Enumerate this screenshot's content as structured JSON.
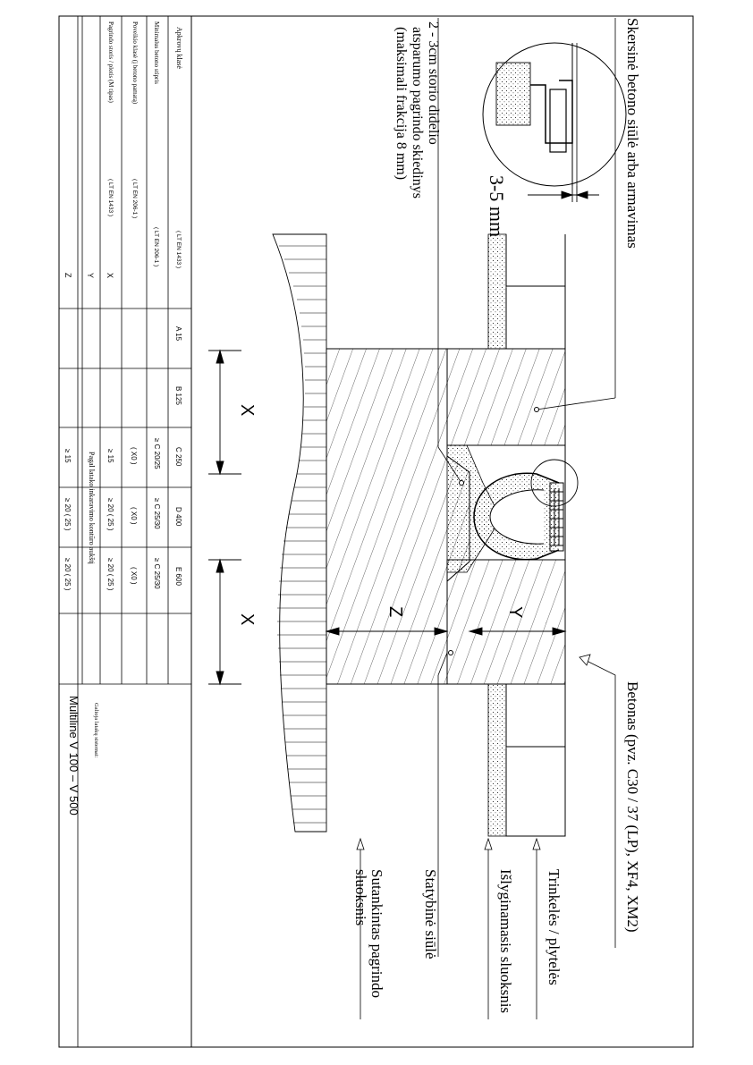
{
  "table": {
    "row_headers": [
      {
        "label": "Apkrovų klasė",
        "std": "( LT EN 1433 )"
      },
      {
        "label": "Minimalus betono stipris",
        "std": "( LT EN 206-1 )"
      },
      {
        "label": "Poveikio klasė (į betono pamatą)",
        "std": "( LT EN 206-1 )"
      },
      {
        "label": "Pagrindo storis / plotis (M tipas)",
        "std": "( LT EN 1433 )"
      }
    ],
    "dim_labels": [
      "X",
      "Y",
      "Z"
    ],
    "load_classes": [
      "A 15",
      "B 125",
      "C 250",
      "D 400",
      "E 600"
    ],
    "strength": [
      "≥ C 20/25",
      "≥ C 25/30",
      "≥ C 25/30"
    ],
    "exposure": [
      "( X0 )",
      "( X0 )",
      "( X0 )"
    ],
    "x_values": [
      "≥ 15",
      "≥ 20 ( 25 )",
      "≥ 20 ( 25 )"
    ],
    "y_note": "Pagal latako inkaravimo kontūro aukštį",
    "z_values": [
      "≥ 15",
      "≥ 20 ( 25 )",
      "≥ 20 ( 25 )"
    ],
    "system_caption": "Galioja latakų sistemai:",
    "system_name": "Multiline V 100 – V 500"
  },
  "labels": {
    "joint": "Skersinė betono siūlė arba armavimas",
    "gap": "3-5 mm",
    "base_line1": "2 - 3cm storio didelio",
    "base_line2": "atsparumo pagrindo skiedinys",
    "base_line3": "(maksimali frakcija 8 mm)",
    "concrete": "Betonas (pvz. C30 / 37 (LP), XF4, XM2)",
    "pavers": "Trinkelės / plytelės",
    "leveling": "Išlyginamasis sluoksnis",
    "construction_joint": "Statybinė siūlė",
    "compacted_line1": "Sutankintas pagrindo",
    "compacted_line2": "sluoksnis"
  },
  "dims": {
    "x": "X",
    "y": "Y",
    "z": "Z"
  }
}
